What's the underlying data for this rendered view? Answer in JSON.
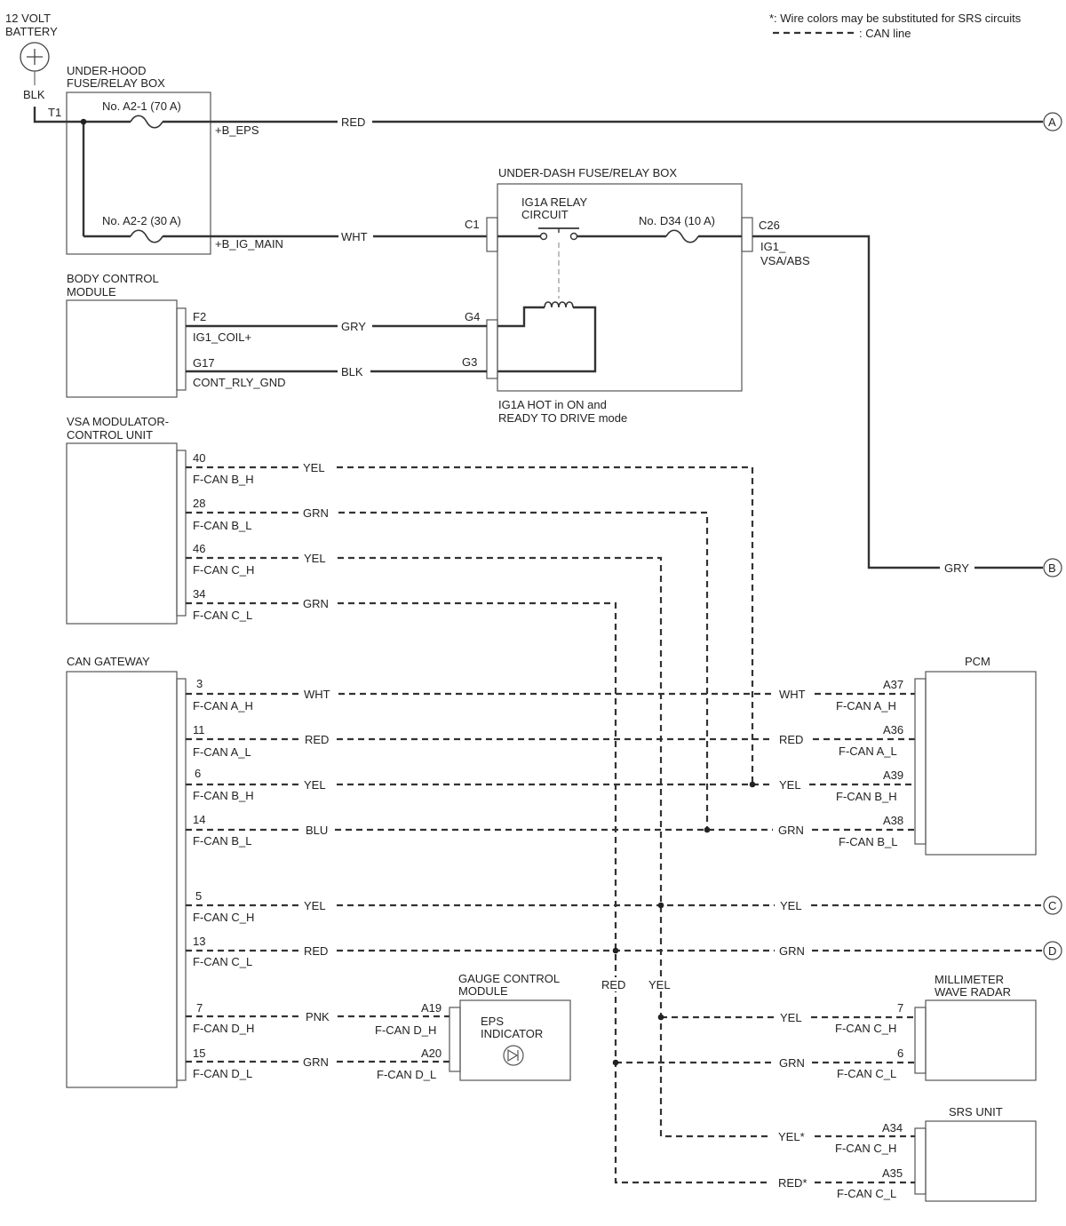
{
  "notes": {
    "srs": "*: Wire colors may be substituted for SRS circuits",
    "can_line": ": CAN line"
  },
  "battery": {
    "label1": "12 VOLT",
    "label2": "BATTERY",
    "ground_wire": "BLK",
    "terminal": "T1"
  },
  "underhood": {
    "title1": "UNDER-HOOD",
    "title2": "FUSE/RELAY BOX",
    "fuse1": "No. A2-1 (70 A)",
    "fuse1_signal": "+B_EPS",
    "fuse1_wire": "RED",
    "fuse2": "No. A2-2 (30 A)",
    "fuse2_signal": "+B_IG_MAIN",
    "fuse2_wire": "WHT"
  },
  "underdash": {
    "title": "UNDER-DASH FUSE/RELAY BOX",
    "relay1": "IG1A RELAY",
    "relay2": "CIRCUIT",
    "fuse": "No. D34 (10 A)",
    "c1": "C1",
    "c26": "C26",
    "out_signal1": "IG1_",
    "out_signal2": "VSA/ABS",
    "g4": "G4",
    "g3": "G3",
    "note1": "IG1A HOT in ON and",
    "note2": "READY TO DRIVE mode",
    "out_wire": "GRY"
  },
  "bcm": {
    "title1": "BODY CONTROL",
    "title2": "MODULE",
    "pins": [
      {
        "pin": "F2",
        "signal": "IG1_COIL+",
        "wire": "GRY"
      },
      {
        "pin": "G17",
        "signal": "CONT_RLY_GND",
        "wire": "BLK"
      }
    ]
  },
  "vsa": {
    "title1": "VSA MODULATOR-",
    "title2": "CONTROL UNIT",
    "pins": [
      {
        "pin": "40",
        "signal": "F-CAN B_H",
        "wire": "YEL"
      },
      {
        "pin": "28",
        "signal": "F-CAN B_L",
        "wire": "GRN"
      },
      {
        "pin": "46",
        "signal": "F-CAN C_H",
        "wire": "YEL"
      },
      {
        "pin": "34",
        "signal": "F-CAN C_L",
        "wire": "GRN"
      }
    ]
  },
  "gateway": {
    "title": "CAN GATEWAY",
    "pins": [
      {
        "pin": "3",
        "signal": "F-CAN A_H",
        "wire": "WHT"
      },
      {
        "pin": "11",
        "signal": "F-CAN A_L",
        "wire": "RED"
      },
      {
        "pin": "6",
        "signal": "F-CAN B_H",
        "wire": "YEL"
      },
      {
        "pin": "14",
        "signal": "F-CAN B_L",
        "wire": "BLU"
      },
      {
        "pin": "5",
        "signal": "F-CAN C_H",
        "wire": "YEL"
      },
      {
        "pin": "13",
        "signal": "F-CAN C_L",
        "wire": "RED"
      },
      {
        "pin": "7",
        "signal": "F-CAN D_H",
        "wire": "PNK"
      },
      {
        "pin": "15",
        "signal": "F-CAN D_L",
        "wire": "GRN"
      }
    ]
  },
  "pcm": {
    "title": "PCM",
    "pins": [
      {
        "pin": "A37",
        "signal": "F-CAN A_H",
        "wire": "WHT"
      },
      {
        "pin": "A36",
        "signal": "F-CAN A_L",
        "wire": "RED"
      },
      {
        "pin": "A39",
        "signal": "F-CAN B_H",
        "wire": "YEL"
      },
      {
        "pin": "A38",
        "signal": "F-CAN B_L",
        "wire": "GRN"
      }
    ]
  },
  "cd_lines": {
    "c_wire": "YEL",
    "d_wire": "GRN"
  },
  "connectors": {
    "a": "A",
    "b": "B",
    "c": "C",
    "d": "D"
  },
  "gauge": {
    "title1": "GAUGE CONTROL",
    "title2": "MODULE",
    "indicator1": "EPS",
    "indicator2": "INDICATOR",
    "pins": [
      {
        "pin": "A19",
        "signal": "F-CAN D_H"
      },
      {
        "pin": "A20",
        "signal": "F-CAN D_L"
      }
    ]
  },
  "trunk_labels": {
    "red": "RED",
    "yel": "YEL"
  },
  "radar": {
    "title1": "MILLIMETER",
    "title2": "WAVE RADAR",
    "pins": [
      {
        "pin": "7",
        "signal": "F-CAN C_H",
        "wire": "YEL"
      },
      {
        "pin": "6",
        "signal": "F-CAN C_L",
        "wire": "GRN"
      }
    ]
  },
  "srs": {
    "title": "SRS UNIT",
    "pins": [
      {
        "pin": "A34",
        "signal": "F-CAN C_H",
        "wire": "YEL*"
      },
      {
        "pin": "A35",
        "signal": "F-CAN C_L",
        "wire": "RED*"
      }
    ]
  }
}
